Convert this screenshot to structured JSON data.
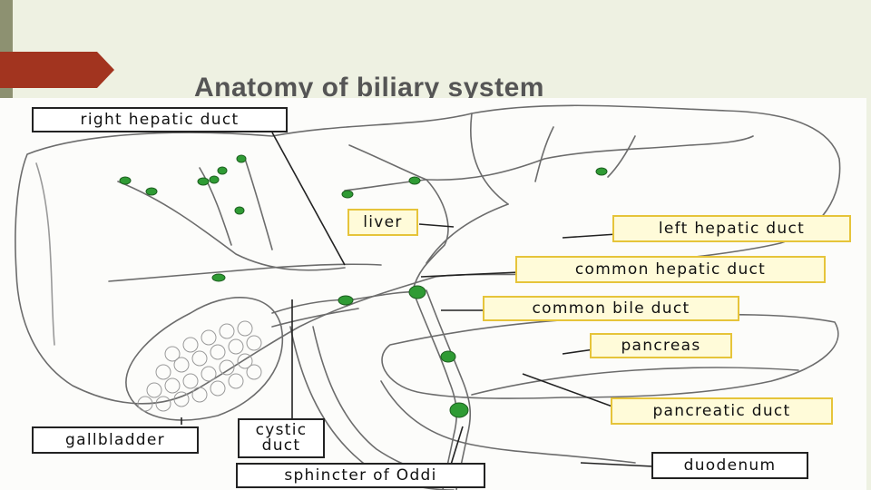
{
  "slide": {
    "title": "Anatomy of biliary system"
  },
  "labels": {
    "right_hepatic_duct": "right hepatic duct",
    "liver": "liver",
    "left_hepatic_duct": "left hepatic duct",
    "common_hepatic_duct": "common hepatic duct",
    "common_bile_duct": "common bile duct",
    "pancreas": "pancreas",
    "pancreatic_duct": "pancreatic duct",
    "gallbladder": "gallbladder",
    "cystic_duct_line1": "cystic",
    "cystic_duct_line2": "duct",
    "duodenum": "duodenum",
    "sphincter_of_oddi": "sphincter of Oddi"
  },
  "colors": {
    "accent_arrow": "#a2341f",
    "node_green": "#2f9b34",
    "label_border_yellow": "#e6c43a"
  }
}
